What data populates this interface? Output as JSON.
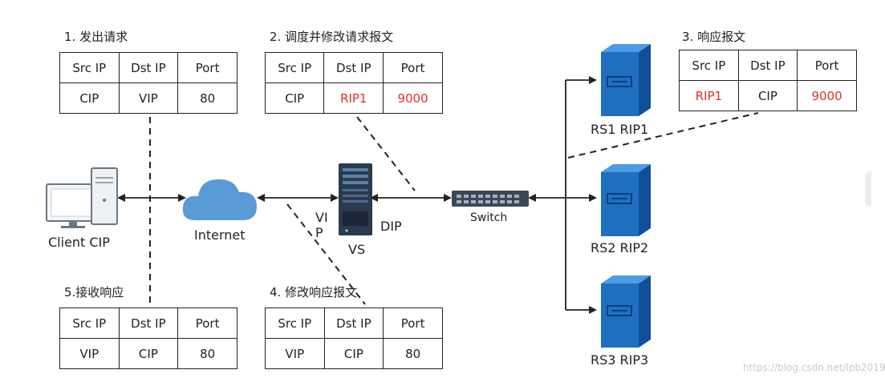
{
  "packets": [
    {
      "title": "1. 发出请求",
      "headers": [
        "Src IP",
        "Dst IP",
        "Port"
      ],
      "values": [
        "CIP",
        "VIP",
        "80"
      ],
      "highlight": [
        false,
        false,
        false
      ]
    },
    {
      "title": "2. 调度并修改请求报文",
      "headers": [
        "Src IP",
        "Dst IP",
        "Port"
      ],
      "values": [
        "CIP",
        "RIP1",
        "9000"
      ],
      "highlight": [
        false,
        true,
        true
      ]
    },
    {
      "title": "3. 响应报文",
      "headers": [
        "Src IP",
        "Dst IP",
        "Port"
      ],
      "values": [
        "RIP1",
        "CIP",
        "9000"
      ],
      "highlight": [
        true,
        false,
        true
      ]
    },
    {
      "title": "4. 修改响应报文",
      "headers": [
        "Src IP",
        "Dst IP",
        "Port"
      ],
      "values": [
        "VIP",
        "CIP",
        "80"
      ],
      "highlight": [
        false,
        false,
        false
      ]
    },
    {
      "title": "5.接收响应",
      "headers": [
        "Src IP",
        "Dst IP",
        "Port"
      ],
      "values": [
        "VIP",
        "CIP",
        "80"
      ],
      "highlight": [
        false,
        false,
        false
      ]
    }
  ],
  "nodes": {
    "client": "Client CIP",
    "internet": "Internet",
    "vip": "VI\nP",
    "vs": "VS",
    "dip": "DIP",
    "switch": "Switch",
    "rs1": "RS1 RIP1",
    "rs2": "RS2 RIP2",
    "rs3": "RS3 RIP3"
  },
  "colors": {
    "highlight": "#e0302a",
    "cloud": "#5b9bd5",
    "server": "#1f6fc1",
    "vs": "#2b3a4c"
  },
  "watermark": "https://blog.csdn.net/lpb2019"
}
